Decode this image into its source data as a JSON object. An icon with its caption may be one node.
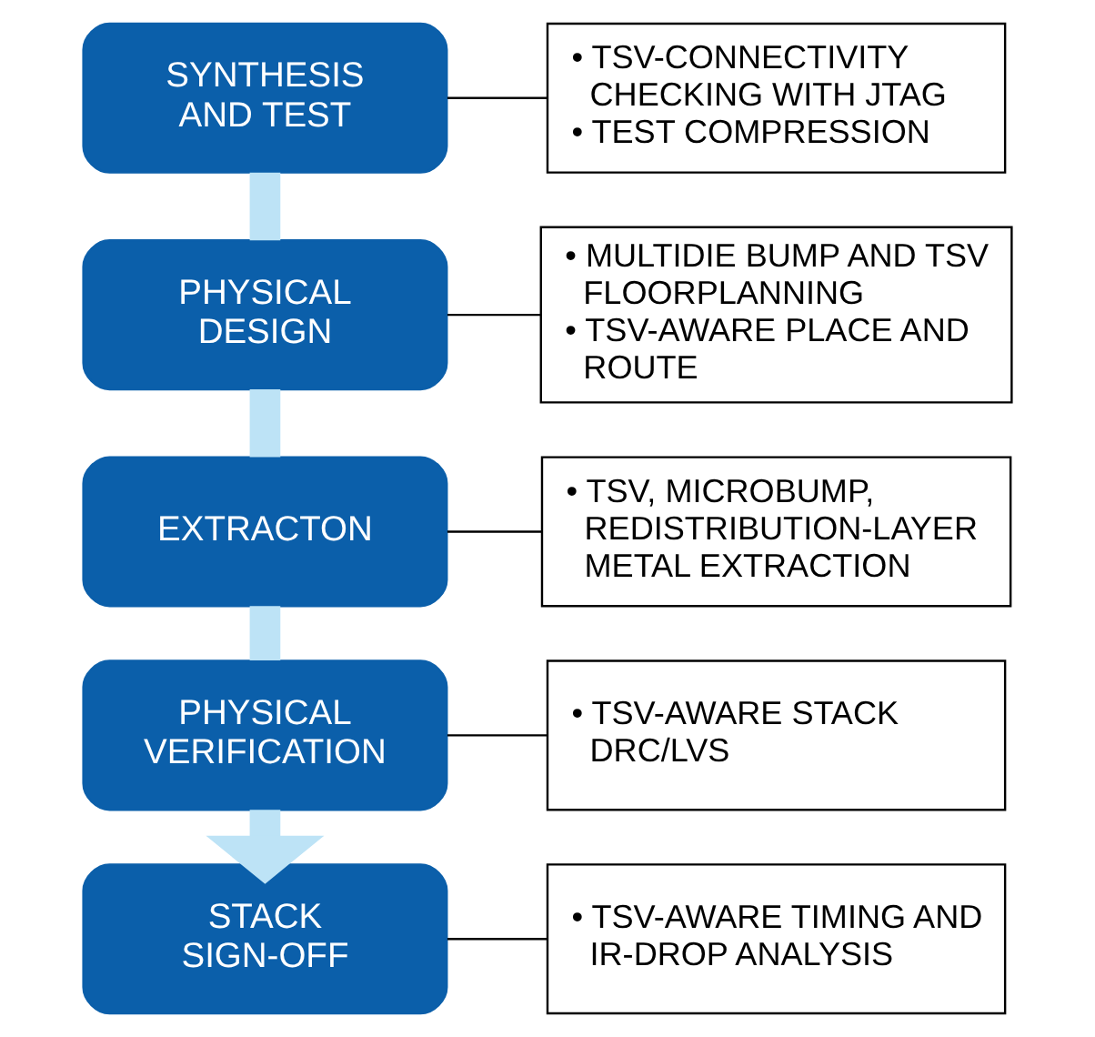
{
  "diagram": {
    "nodes": [
      {
        "text": [
          "SYNTHESIS AND TEST"
        ]
      },
      {
        "text": [
          "• TSV-CONNECTIVITY CHECKING WITH JTAG",
          "• TEST COMPRESSION"
        ]
      },
      {
        "text": [
          "PHYSICAL DESIGN"
        ]
      },
      {
        "text": [
          "• MULTIDIE BUMP AND TSV FLOORPLANNING",
          "• TSV-AWARE PLACE AND ROUTE"
        ]
      },
      {
        "text": [
          "EXTRACTON"
        ]
      },
      {
        "text": [
          "• TSV, MICROBUMP, REDISTRIBUTION-LAYER METAL EXTRACTION"
        ]
      },
      {
        "text": [
          "PHYSICAL VERIFICATION"
        ]
      },
      {
        "text": [
          "• TSV-AWARE STACK DRC/LVS"
        ]
      },
      {
        "text": [
          "STACK SIGN-OFF"
        ]
      },
      {
        "text": [
          "• TSV-AWARE TIMING AND IR-DROP ANALYSIS"
        ]
      }
    ],
    "edges": [
      {
        "from": 0,
        "to": 1,
        "arrow": "none"
      },
      {
        "from": 0,
        "to": 2,
        "arrow": "none",
        "style": "thick",
        "color": "#bde3f6"
      },
      {
        "from": 2,
        "to": 3,
        "arrow": "none"
      },
      {
        "from": 2,
        "to": 4,
        "arrow": "none",
        "style": "thick",
        "color": "#bde3f6"
      },
      {
        "from": 4,
        "to": 5,
        "arrow": "none"
      },
      {
        "from": 4,
        "to": 6,
        "arrow": "none",
        "style": "thick",
        "color": "#bde3f6"
      },
      {
        "from": 6,
        "to": 7,
        "arrow": "none"
      },
      {
        "from": 6,
        "to": 8,
        "arrow": "to",
        "style": "thick",
        "color": "#bde3f6"
      },
      {
        "from": 8,
        "to": 9,
        "arrow": "none"
      }
    ]
  }
}
